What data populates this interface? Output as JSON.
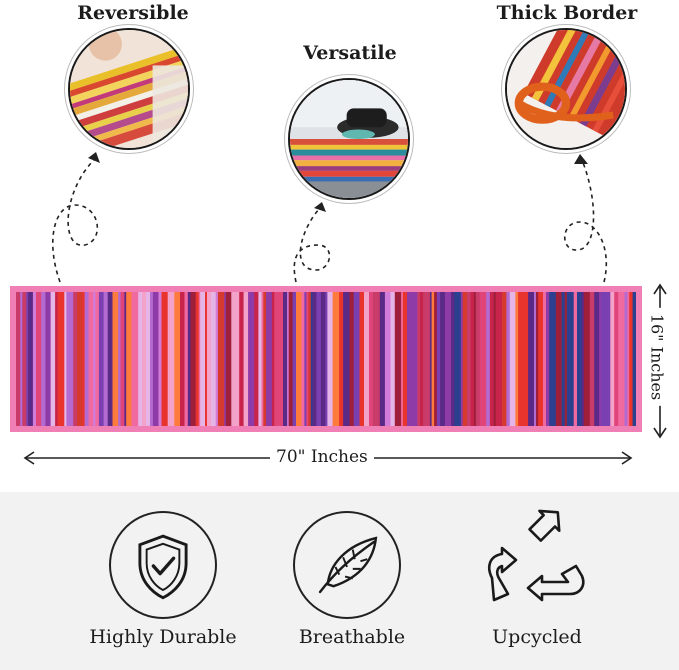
{
  "features": [
    {
      "title": "Reversible"
    },
    {
      "title": "Versatile"
    },
    {
      "title": "Thick Border"
    }
  ],
  "dimensions": {
    "width_label": "70\" Inches",
    "height_label": "16\" Inches"
  },
  "benefits": [
    {
      "label": "Highly Durable",
      "icon": "shield-check-icon"
    },
    {
      "label": "Breathable",
      "icon": "feather-icon"
    },
    {
      "label": "Upcycled",
      "icon": "recycle-arrows-icon"
    }
  ],
  "colors": {
    "border_pink": "#f07fb6",
    "band_gray": "#f2f2f2",
    "ink": "#1c1c1c"
  }
}
